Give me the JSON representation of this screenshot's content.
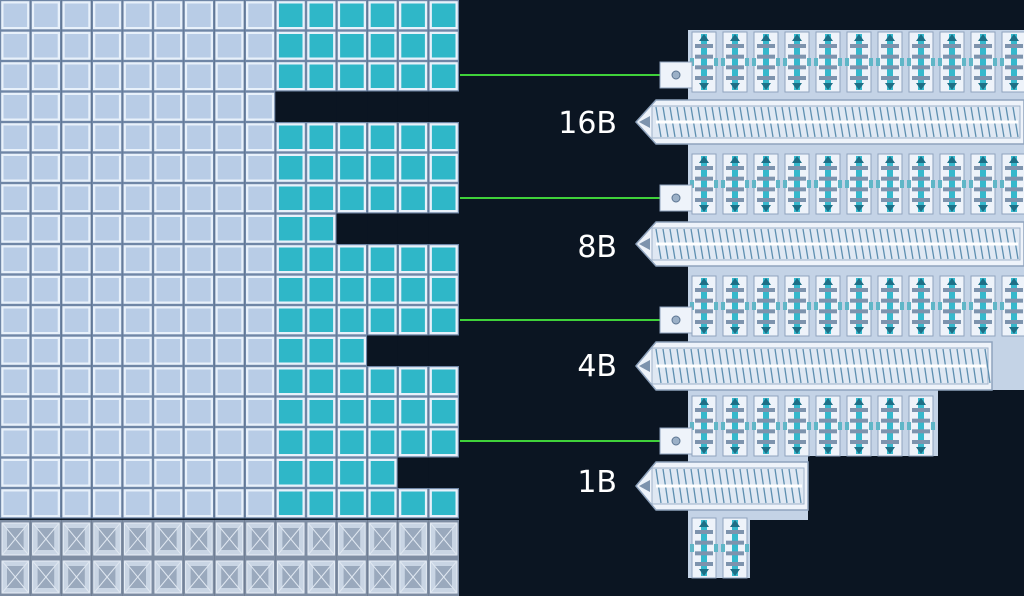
{
  "colors": {
    "background": "#0b1522",
    "used_cell": "#b8cce6",
    "free_cell": "#2fb7c8",
    "cell_border": "#e8f1fb",
    "wire": "#3fd13a",
    "machine_frame": "#eef3fa",
    "machine_accent": "#36b8cc"
  },
  "labels": [
    "16B",
    "8B",
    "4B",
    "1B"
  ]
}
